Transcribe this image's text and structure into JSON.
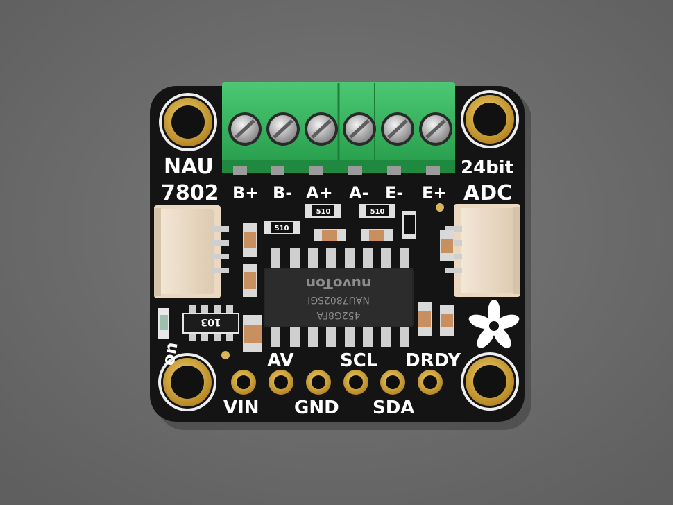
{
  "board": {
    "name_top": "NAU",
    "name_bottom": "7802",
    "adc_top": "24bit",
    "adc_bottom": "ADC",
    "on_label": "on",
    "terminal_labels": [
      "B+",
      "B-",
      "A+",
      "A-",
      "E-",
      "E+"
    ],
    "pin_labels_top": [
      "AV",
      "SCL",
      "DRDY"
    ],
    "pin_labels_bottom": [
      "VIN",
      "GND",
      "SDA"
    ],
    "chip_brand": "nuvoTon",
    "chip_part": "NAU7802SGI",
    "chip_code": "452G8FA",
    "resistor_array_code": "103",
    "resistor_code": "510"
  },
  "colors": {
    "background": "#6f6f6f",
    "pcb": "#141414",
    "terminal_block": "#33b35a",
    "gold": "#c9a033",
    "silkscreen": "#ffffff"
  },
  "icons": {
    "logo": "adafruit-flower-logo"
  }
}
